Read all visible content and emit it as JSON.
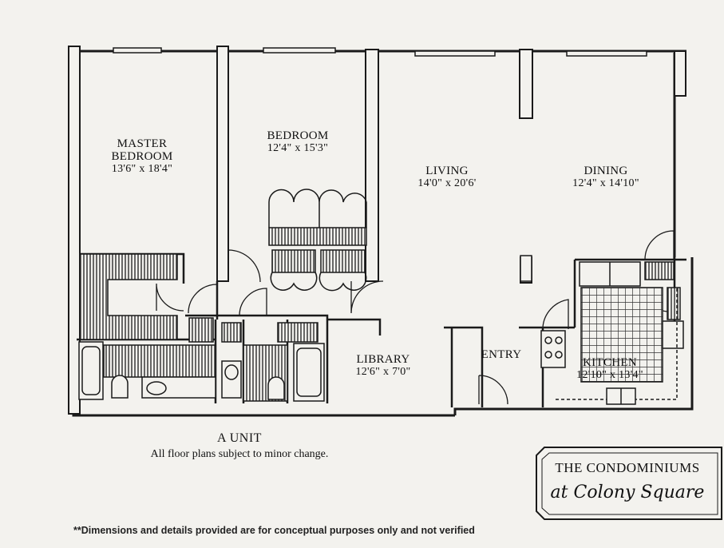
{
  "rooms": {
    "master_bedroom": {
      "name_line1": "MASTER",
      "name_line2": "BEDROOM",
      "dimensions": "13'6\" x 18'4\""
    },
    "bedroom": {
      "name": "BEDROOM",
      "dimensions": "12'4\" x 15'3\""
    },
    "living": {
      "name": "LIVING",
      "dimensions": "14'0\" x 20'6'"
    },
    "dining": {
      "name": "DINING",
      "dimensions": "12'4\" x 14'10\""
    },
    "library": {
      "name": "LIBRARY",
      "dimensions": "12'6\" x 7'0\""
    },
    "entry": {
      "name": "ENTRY"
    },
    "kitchen": {
      "name": "KITCHEN",
      "dimensions": "12'10\" x 13'4\""
    }
  },
  "caption": {
    "unit": "A UNIT",
    "note": "All floor plans subject to minor change."
  },
  "brand": {
    "line1": "THE CONDOMINIUMS",
    "line2": "at Colony Square"
  },
  "disclaimer": "**Dimensions and details provided are for conceptual purposes only and not verified",
  "colors": {
    "paper": "#f3f2ee",
    "ink": "#1a1a1a",
    "hatch": "#555555"
  }
}
